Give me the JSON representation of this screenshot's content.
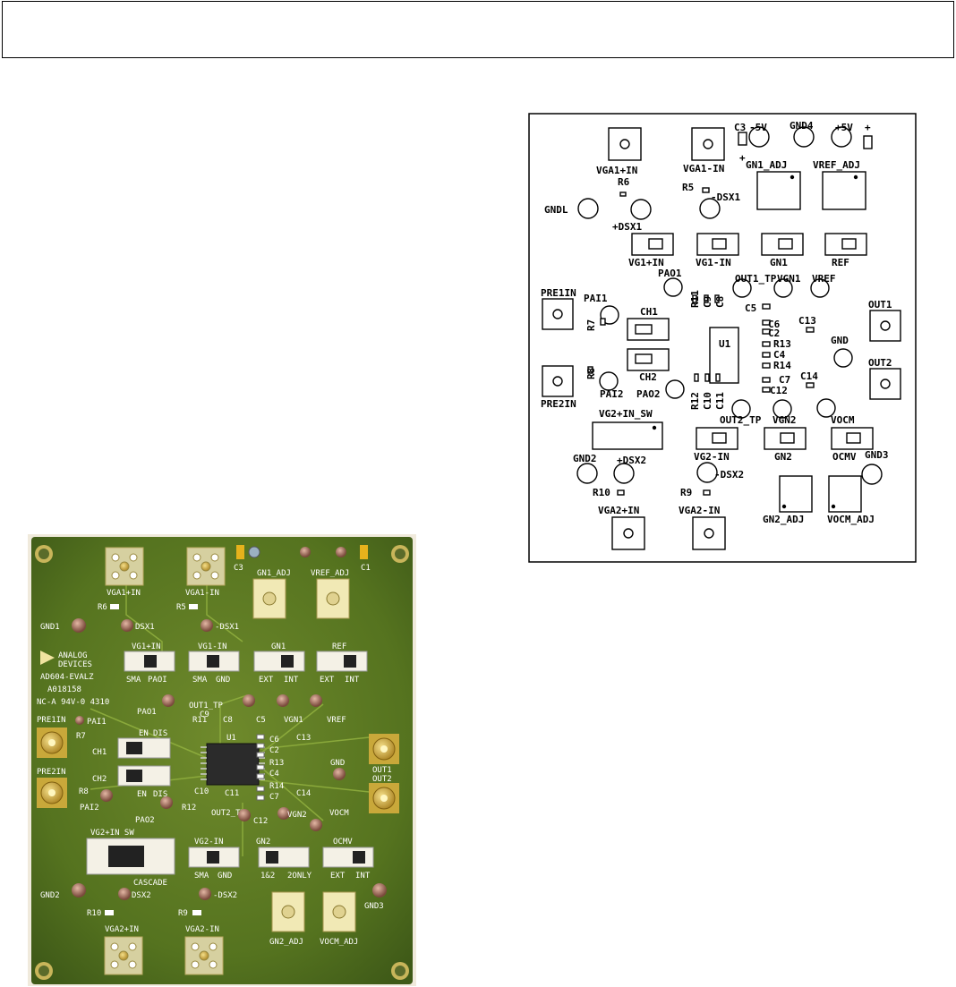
{
  "header": {
    "text": ""
  },
  "photo": {
    "alt_labels": {
      "vga1p": "VGA1+IN",
      "vga1n": "VGA1-IN",
      "r6": "R6",
      "r5": "R5",
      "dsx1a": "DSX1",
      "dsx1b": "-DSX1",
      "gnd1": "GND1",
      "gn1adj": "GN1_ADJ",
      "vrefadj": "VREF_ADJ",
      "c3": "C3",
      "c1": "C1",
      "brand1": "ANALOG",
      "brand2": "DEVICES",
      "board": "AD604-EVALZ",
      "boardno": "A018158",
      "ul": "NC-A 94V-0 4310",
      "vg1in": "VG1+IN",
      "vg1n": "VG1-IN",
      "gn1": "GN1",
      "ref": "REF",
      "sma1": "SMA",
      "pao1s": "PAOI",
      "sma2": "SMA",
      "gnd_s": "GND",
      "ext1": "EXT",
      "int1": "INT",
      "ext2": "EXT",
      "int2": "INT",
      "pao1": "PAO1",
      "out1tp": "OUT1_TP",
      "vgn1": "VGN1",
      "vref": "VREF",
      "pre1in": "PRE1IN",
      "pai1": "PAI1",
      "r7": "R7",
      "r11": "R11",
      "c9": "C9",
      "c8": "C8",
      "c5": "C5",
      "ch1": "CH1",
      "ch2": "CH2",
      "en1": "EN",
      "dis1": "DIS",
      "en2": "EN",
      "dis2": "DIS",
      "u1": "U1",
      "c6": "C6",
      "c2": "C2",
      "r13": "R13",
      "c4": "C4",
      "r14": "R14",
      "c7": "C7",
      "c13": "C13",
      "c14": "C14",
      "gnd": "GND",
      "out1": "OUT1",
      "out2": "OUT2",
      "pre2in": "PRE2IN",
      "r8": "R8",
      "pai2": "PAI2",
      "pao2": "PAO2",
      "r12": "R12",
      "c10": "C10",
      "c11": "C11",
      "out2tp": "OUT2_TP",
      "c12": "C12",
      "vgn2": "VGN2",
      "vocm": "VOCM",
      "vg2sw": "VG2+IN SW",
      "cascade": "CASCADE",
      "vg2in": "VG2-IN",
      "gn2": "GN2",
      "ocmv": "OCMV",
      "sma3": "SMA",
      "gnd3s": "GND",
      "b12": "1&2",
      "b2only": "2ONLY",
      "ext3": "EXT",
      "int3": "INT",
      "gnd2": "GND2",
      "dsx2a": "DSX2",
      "dsx2b": "-DSX2",
      "gnd3": "GND3",
      "r10": "R10",
      "r9": "R9",
      "vga2p": "VGA2+IN",
      "vga2n": "VGA2-IN",
      "gn2adj": "GN2_ADJ",
      "vocmadj": "VOCM_ADJ"
    }
  },
  "silk": {
    "c3": "C3",
    "m5v": "-5V",
    "gnd4": "GND4",
    "p5v": "+5V",
    "plus1": "+",
    "plus2": "+",
    "vga1p": "VGA1+IN",
    "vga1n": "VGA1-IN",
    "gn1adj": "GN1_ADJ",
    "vrefadj": "VREF_ADJ",
    "r6": "R6",
    "r5": "R5",
    "dsx1n": "-DSX1",
    "gndl": "GNDL",
    "dsx1p": "+DSX1",
    "vg1p": "VG1+IN",
    "vg1n": "VG1-IN",
    "gn1": "GN1",
    "ref": "REF",
    "pao1": "PAO1",
    "out1tp": "OUT1_TP",
    "vgn1": "VGN1",
    "vref": "VREF",
    "pre1in": "PRE1IN",
    "pai1": "PAI1",
    "r7": "R7",
    "r11": "R11",
    "c9": "C9",
    "c8": "C8",
    "ch1": "CH1",
    "c5": "C5",
    "c6": "C6",
    "c2": "C2",
    "c13": "C13",
    "u1": "U1",
    "r13": "R13",
    "c4": "C4",
    "gnd": "GND",
    "r14": "R14",
    "ch2": "CH2",
    "c7": "C7",
    "c14": "C14",
    "c12": "C12",
    "out1": "OUT1",
    "out2": "OUT2",
    "r8": "R8",
    "pai2": "PAI2",
    "pao2": "PAO2",
    "r12": "R12",
    "c10": "C10",
    "c11": "C11",
    "pre2in": "PRE2IN",
    "vg2sw": "VG2+IN_SW",
    "out2tp": "OUT2_TP",
    "vgn2": "VGN2",
    "vocm": "VOCM",
    "vg2in": "VG2-IN",
    "gn2": "GN2",
    "ocmv": "OCMV",
    "gnd3": "GND3",
    "gnd2": "GND2",
    "dsx2p": "+DSX2",
    "dsx2n": "-DSX2",
    "r10": "R10",
    "r9": "R9",
    "gn2adj": "GN2_ADJ",
    "vocmadj": "VOCM_ADJ",
    "vga2p": "VGA2+IN",
    "vga2n": "VGA2-IN"
  }
}
